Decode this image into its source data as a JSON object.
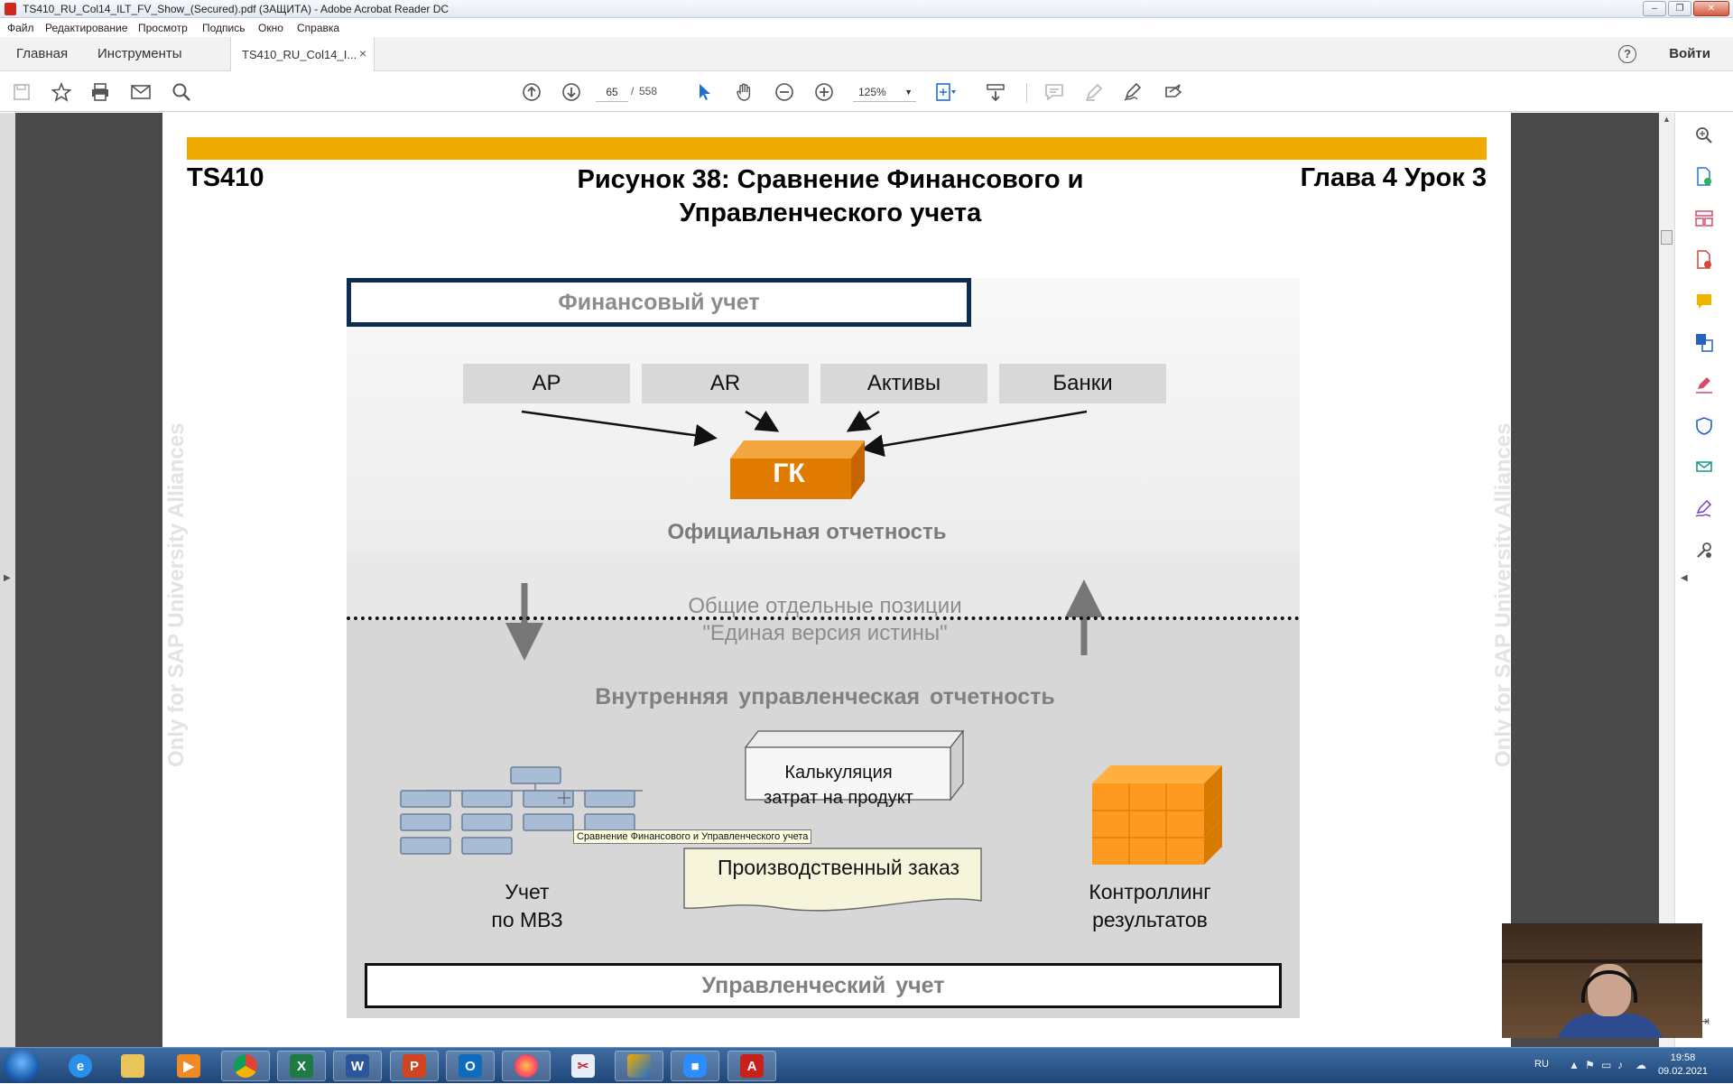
{
  "window": {
    "title": "TS410_RU_Col14_ILT_FV_Show_(Secured).pdf (ЗАЩИТА) - Adobe Acrobat Reader DC",
    "controls": [
      "–",
      "❐",
      "✕"
    ]
  },
  "menu": [
    "Файл",
    "Редактирование",
    "Просмотр",
    "Подпись",
    "Окно",
    "Справка"
  ],
  "tabs": {
    "home": "Главная",
    "tools": "Инструменты",
    "document": "TS410_RU_Col14_I...",
    "close": "×",
    "help": "?",
    "signin": "Войти"
  },
  "toolbar": {
    "page_current": "65",
    "page_sep": "/",
    "page_total": "558",
    "zoom": "125%"
  },
  "slide": {
    "course": "TS410",
    "title_line1": "Рисунок 38: Сравнение Финансового и",
    "title_line2": "Управленческого учета",
    "chapter": "Глава 4 Урок 3",
    "watermark": "Only for SAP University Alliances",
    "financial_accounting": "Финансовый учет",
    "sources": [
      "AP",
      "AR",
      "Активы",
      "Банки"
    ],
    "general_ledger": "ГК",
    "official_reporting": "Официальная отчетность",
    "common_line1": "Общие отдельные позиции",
    "common_line2": "\"Единая версия истины\"",
    "internal_reporting": "Внутренняя управленческая отчетность",
    "cost_center_line1": "Учет",
    "cost_center_line2": "по МВЗ",
    "costing_line1": "Калькуляция",
    "costing_line2": "затрат на продукт",
    "production_order": "Производственный заказ",
    "controlling_line1": "Контроллинг",
    "controlling_line2": "результатов",
    "management_accounting": "Управленческий учет",
    "tooltip": "Сравнение Финансового и Управленческого учета"
  },
  "colors": {
    "sap_gold": "#f0ab00",
    "sap_navy": "#0b2d52",
    "gk_orange": "#e07b00"
  },
  "taskbar": {
    "lang": "RU",
    "time": "19:58",
    "date": "09.02.2021"
  }
}
